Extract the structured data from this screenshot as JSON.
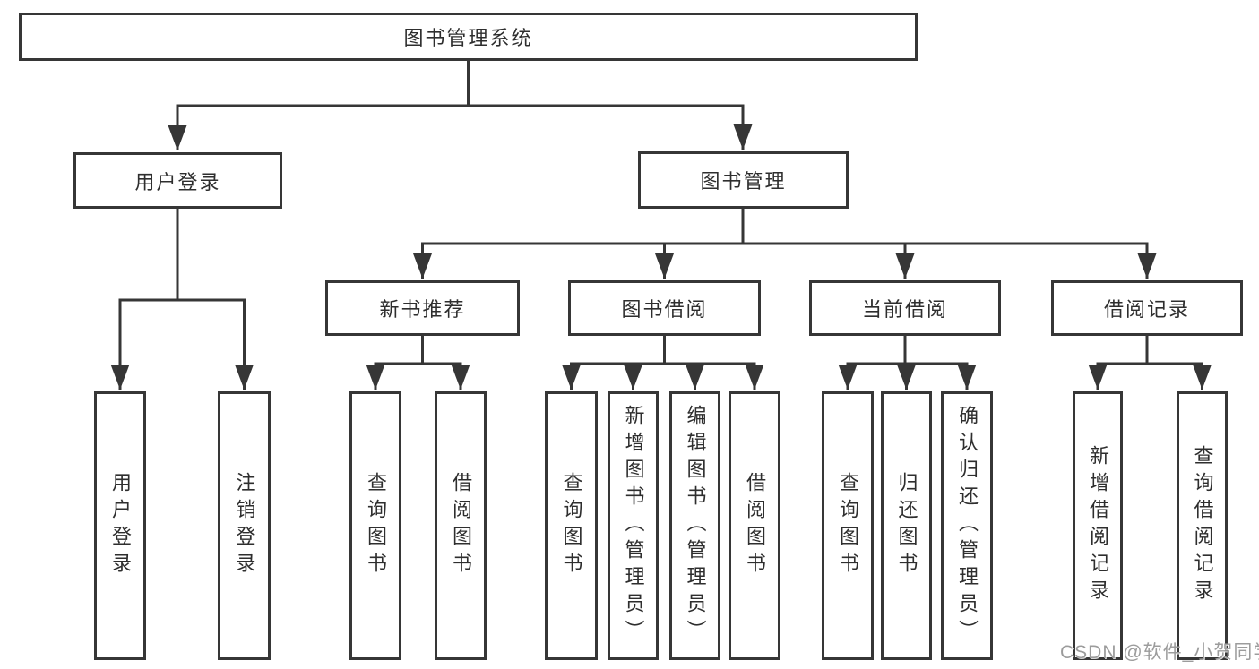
{
  "tree": {
    "root": {
      "label": "图书管理系统"
    },
    "branches": [
      {
        "label": "用户登录",
        "children": [
          {
            "label": "用户登录"
          },
          {
            "label": "注销登录"
          }
        ]
      },
      {
        "label": "图书管理",
        "children": [
          {
            "label": "新书推荐",
            "children": [
              {
                "label": "查询图书"
              },
              {
                "label": "借阅图书"
              }
            ]
          },
          {
            "label": "图书借阅",
            "children": [
              {
                "label": "查询图书"
              },
              {
                "label": "新增图书（管理员）"
              },
              {
                "label": "编辑图书（管理员）"
              },
              {
                "label": "借阅图书"
              }
            ]
          },
          {
            "label": "当前借阅",
            "children": [
              {
                "label": "查询图书"
              },
              {
                "label": "归还图书"
              },
              {
                "label": "确认归还（管理员）"
              }
            ]
          },
          {
            "label": "借阅记录",
            "children": [
              {
                "label": "新增借阅记录"
              },
              {
                "label": "查询借阅记录"
              }
            ]
          }
        ]
      }
    ]
  },
  "watermark": {
    "text": "CSDN @软件_小贺同学"
  },
  "colors": {
    "line": "#363636",
    "box_border": "#363636",
    "text": "#2e2e2e",
    "watermark": "#9c9c9c",
    "background": "#ffffff"
  }
}
